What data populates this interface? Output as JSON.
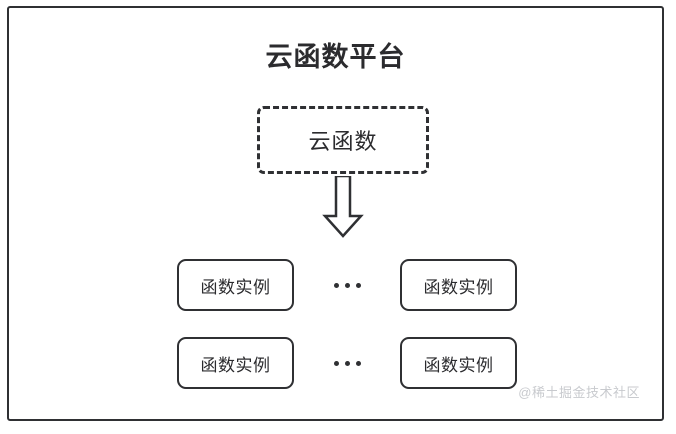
{
  "diagram": {
    "title": "云函数平台",
    "cloud_function": {
      "label": "云函数"
    },
    "arrow": {
      "icon": "down-block-arrow",
      "direction": "down"
    },
    "instance_rows": [
      {
        "left": {
          "label": "函数实例"
        },
        "separator": "•••",
        "right": {
          "label": "函数实例"
        }
      },
      {
        "left": {
          "label": "函数实例"
        },
        "separator": "•••",
        "right": {
          "label": "函数实例"
        }
      }
    ],
    "watermark": "@稀土掘金技术社区",
    "colors": {
      "stroke": "#2f3033",
      "text": "#2b2b2e",
      "background": "#ffffff",
      "watermark": "#c8cace"
    }
  }
}
